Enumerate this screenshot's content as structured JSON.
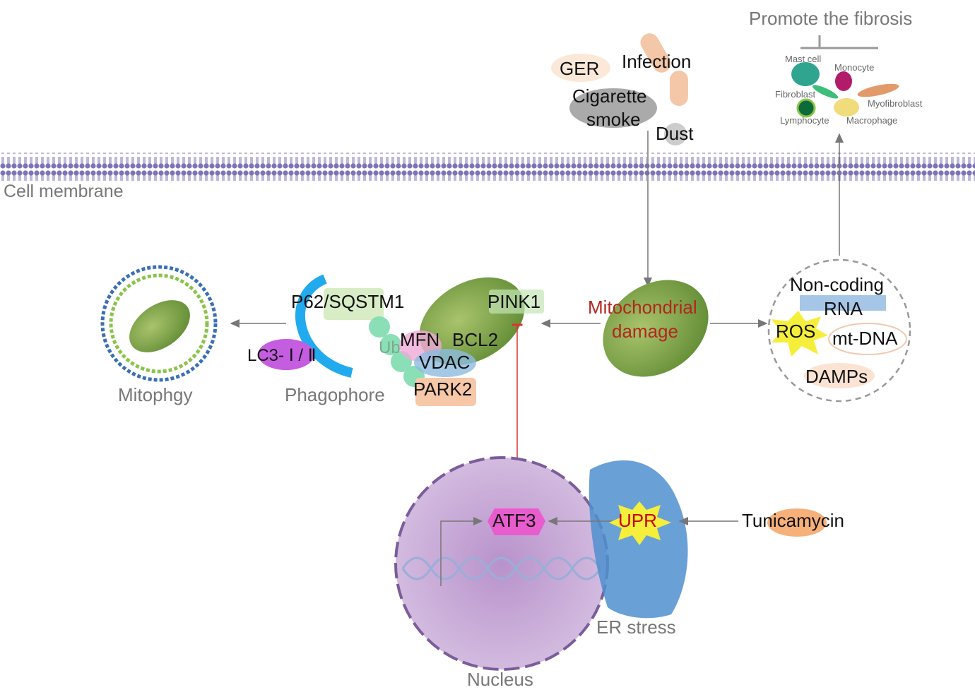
{
  "top": {
    "title": "Promote the fibrosis",
    "cells": [
      "Mast cell",
      "Monocyte",
      "Fibroblast",
      "Myofibroblast",
      "Lymphocyte",
      "Macrophage"
    ]
  },
  "triggers": {
    "ger": "GER",
    "infection": "Infection",
    "cigarette1": "Cigarette",
    "cigarette2": "smoke",
    "dust": "Dust"
  },
  "membrane": {
    "label": "Cell membrane"
  },
  "mito_damage": {
    "line1": "Mitochondrial",
    "line2": "damage"
  },
  "release": {
    "ncrna1": "Non-coding",
    "ncrna2": "RNA",
    "ros": "ROS",
    "mtdna": "mt-DNA",
    "damps": "DAMPs"
  },
  "mitophagy": {
    "pink1": "PINK1",
    "mfn": "MFN",
    "bcl2": "BCL2",
    "vdac": "VDAC",
    "park2": "PARK2",
    "ub": "Ub",
    "p62": "P62/SQSTM1",
    "lc3": "LC3- Ⅰ / Ⅱ",
    "phagophore": "Phagophore",
    "mitophagy": "Mitophgy"
  },
  "nucleus": {
    "atf3": "ATF3",
    "label": "Nucleus"
  },
  "er": {
    "upr": "UPR",
    "label": "ER stress",
    "tunicamycin": "Tunicamycin"
  },
  "colors": {
    "membrane": "#7d73b5",
    "mito": "#7ea24a",
    "damage_text": "#b3261e",
    "nucleus": "#c7a9d8",
    "er": "#4f8fcf",
    "atf3": "#e85ccd"
  }
}
